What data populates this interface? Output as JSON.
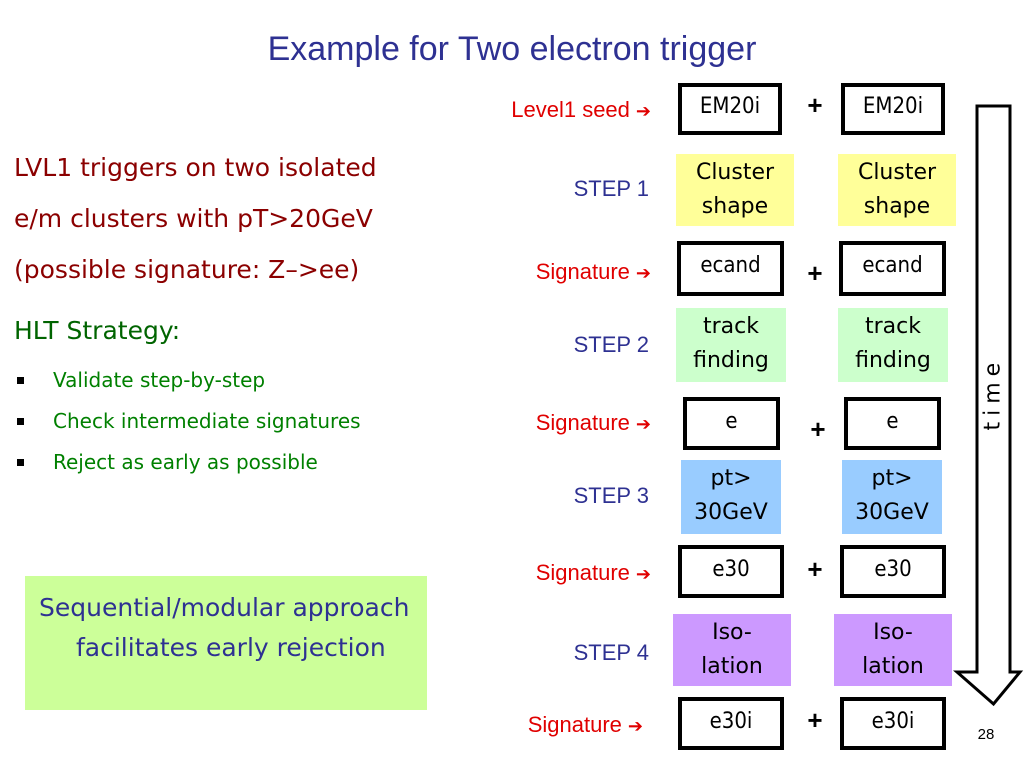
{
  "slide": {
    "title": "Example for Two electron trigger",
    "page_number": "28"
  },
  "intro_lines": [
    "LVL1 triggers on two isolated",
    "e/m clusters with pT>20GeV",
    "(possible signature: Z–>ee)"
  ],
  "strategy": {
    "heading": "HLT Strategy:",
    "bullets": [
      "Validate step-by-step",
      "Check intermediate signatures",
      "Reject as early as possible"
    ]
  },
  "note": {
    "text": "Sequential/modular approach facilitates early rejection"
  },
  "diagram": {
    "arrow_glyph": "➔",
    "plus": "+",
    "level1": {
      "label": "Level1 seed",
      "left": "EM20i",
      "right": "EM20i"
    },
    "step1": {
      "label": "STEP 1",
      "left_l1": "Cluster",
      "left_l2": "shape",
      "right_l1": "Cluster",
      "right_l2": "shape"
    },
    "sig1": {
      "label": "Signature",
      "left": "ecand",
      "right": "ecand"
    },
    "step2": {
      "label": "STEP 2",
      "left_l1": "track",
      "left_l2": "finding",
      "right_l1": "track",
      "right_l2": "finding"
    },
    "sig2": {
      "label": "Signature",
      "left": "e",
      "right": "e"
    },
    "step3": {
      "label": "STEP 3",
      "left_l1": "pt>",
      "left_l2": "30GeV",
      "right_l1": "pt>",
      "right_l2": "30GeV"
    },
    "sig3": {
      "label": "Signature",
      "left": "e30",
      "right": "e30"
    },
    "step4": {
      "label": "STEP 4",
      "left_l1": "Iso-",
      "left_l2": "lation",
      "right_l1": "Iso-",
      "right_l2": "lation"
    },
    "sig4": {
      "label": "Signature",
      "left": "e30i",
      "right": "e30i"
    },
    "time_label": "time"
  },
  "colors": {
    "title": "#2e3192",
    "intro_text": "#8b0000",
    "strategy_text": "#008000",
    "signature_label": "#e00000",
    "step_label": "#2e3192",
    "note_background": "#ccff99",
    "step1_box": "#ffff99",
    "step2_box": "#ccffcc",
    "step3_box": "#99ccff",
    "step4_box": "#cc99ff"
  }
}
